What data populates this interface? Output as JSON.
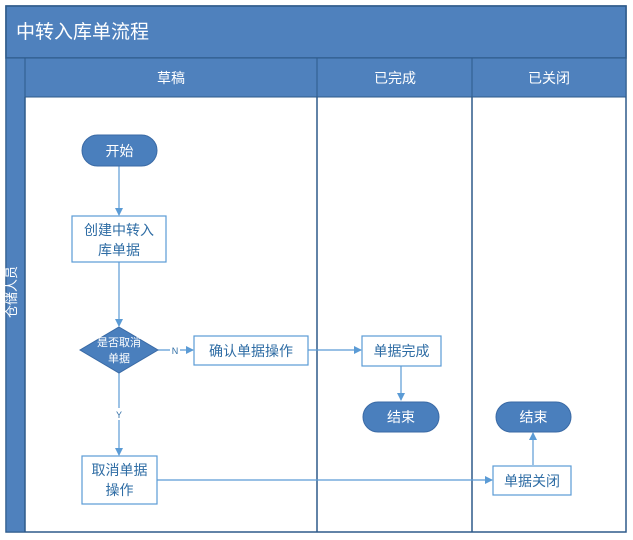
{
  "diagram": {
    "title": "中转入库单流程",
    "role": "仓储人员",
    "lanes": [
      {
        "label": "草稿"
      },
      {
        "label": "已完成"
      },
      {
        "label": "已关闭"
      }
    ],
    "nodes": {
      "start": {
        "label": "开始"
      },
      "create_line1": "创建中转入",
      "create_line2": "库单据",
      "decision_line1": "是否取消",
      "decision_line2": "单据",
      "confirm": "确认单据操作",
      "complete": "单据完成",
      "end_complete": "结束",
      "cancel_line1": "取消单据",
      "cancel_line2": "操作",
      "close": "单据关闭",
      "end_close": "结束"
    },
    "edges": {
      "no_label": "N",
      "yes_label": "Y"
    },
    "colors": {
      "header_fill": "#4f81bd",
      "header_stroke": "#2e5a8a",
      "node_stroke": "#5b9bd5",
      "terminal_fill": "#4a7fbd",
      "arrow": "#5b9bd5"
    }
  }
}
